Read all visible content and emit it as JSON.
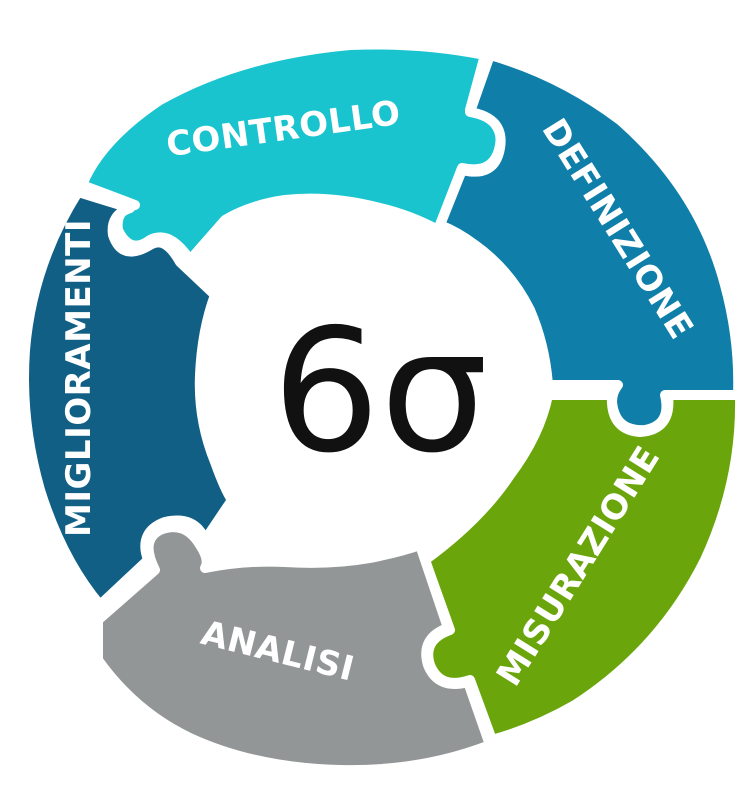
{
  "center": {
    "label": "6σ"
  },
  "segments": [
    {
      "id": "controllo",
      "label": "CONTROLLO",
      "color": "#19c4cf"
    },
    {
      "id": "definizione",
      "label": "DEFINIZIONE",
      "color": "#0f7ea8"
    },
    {
      "id": "misurazione",
      "label": "MISURAZIONE",
      "color": "#6aa60b"
    },
    {
      "id": "analisi",
      "label": "ANALISI",
      "color": "#939697"
    },
    {
      "id": "miglioramenti",
      "label": "MIGLIORAMENTI",
      "color": "#115f85"
    }
  ],
  "palette": {
    "center_text": "#111111",
    "label_text": "#ffffff",
    "background": "#ffffff"
  }
}
